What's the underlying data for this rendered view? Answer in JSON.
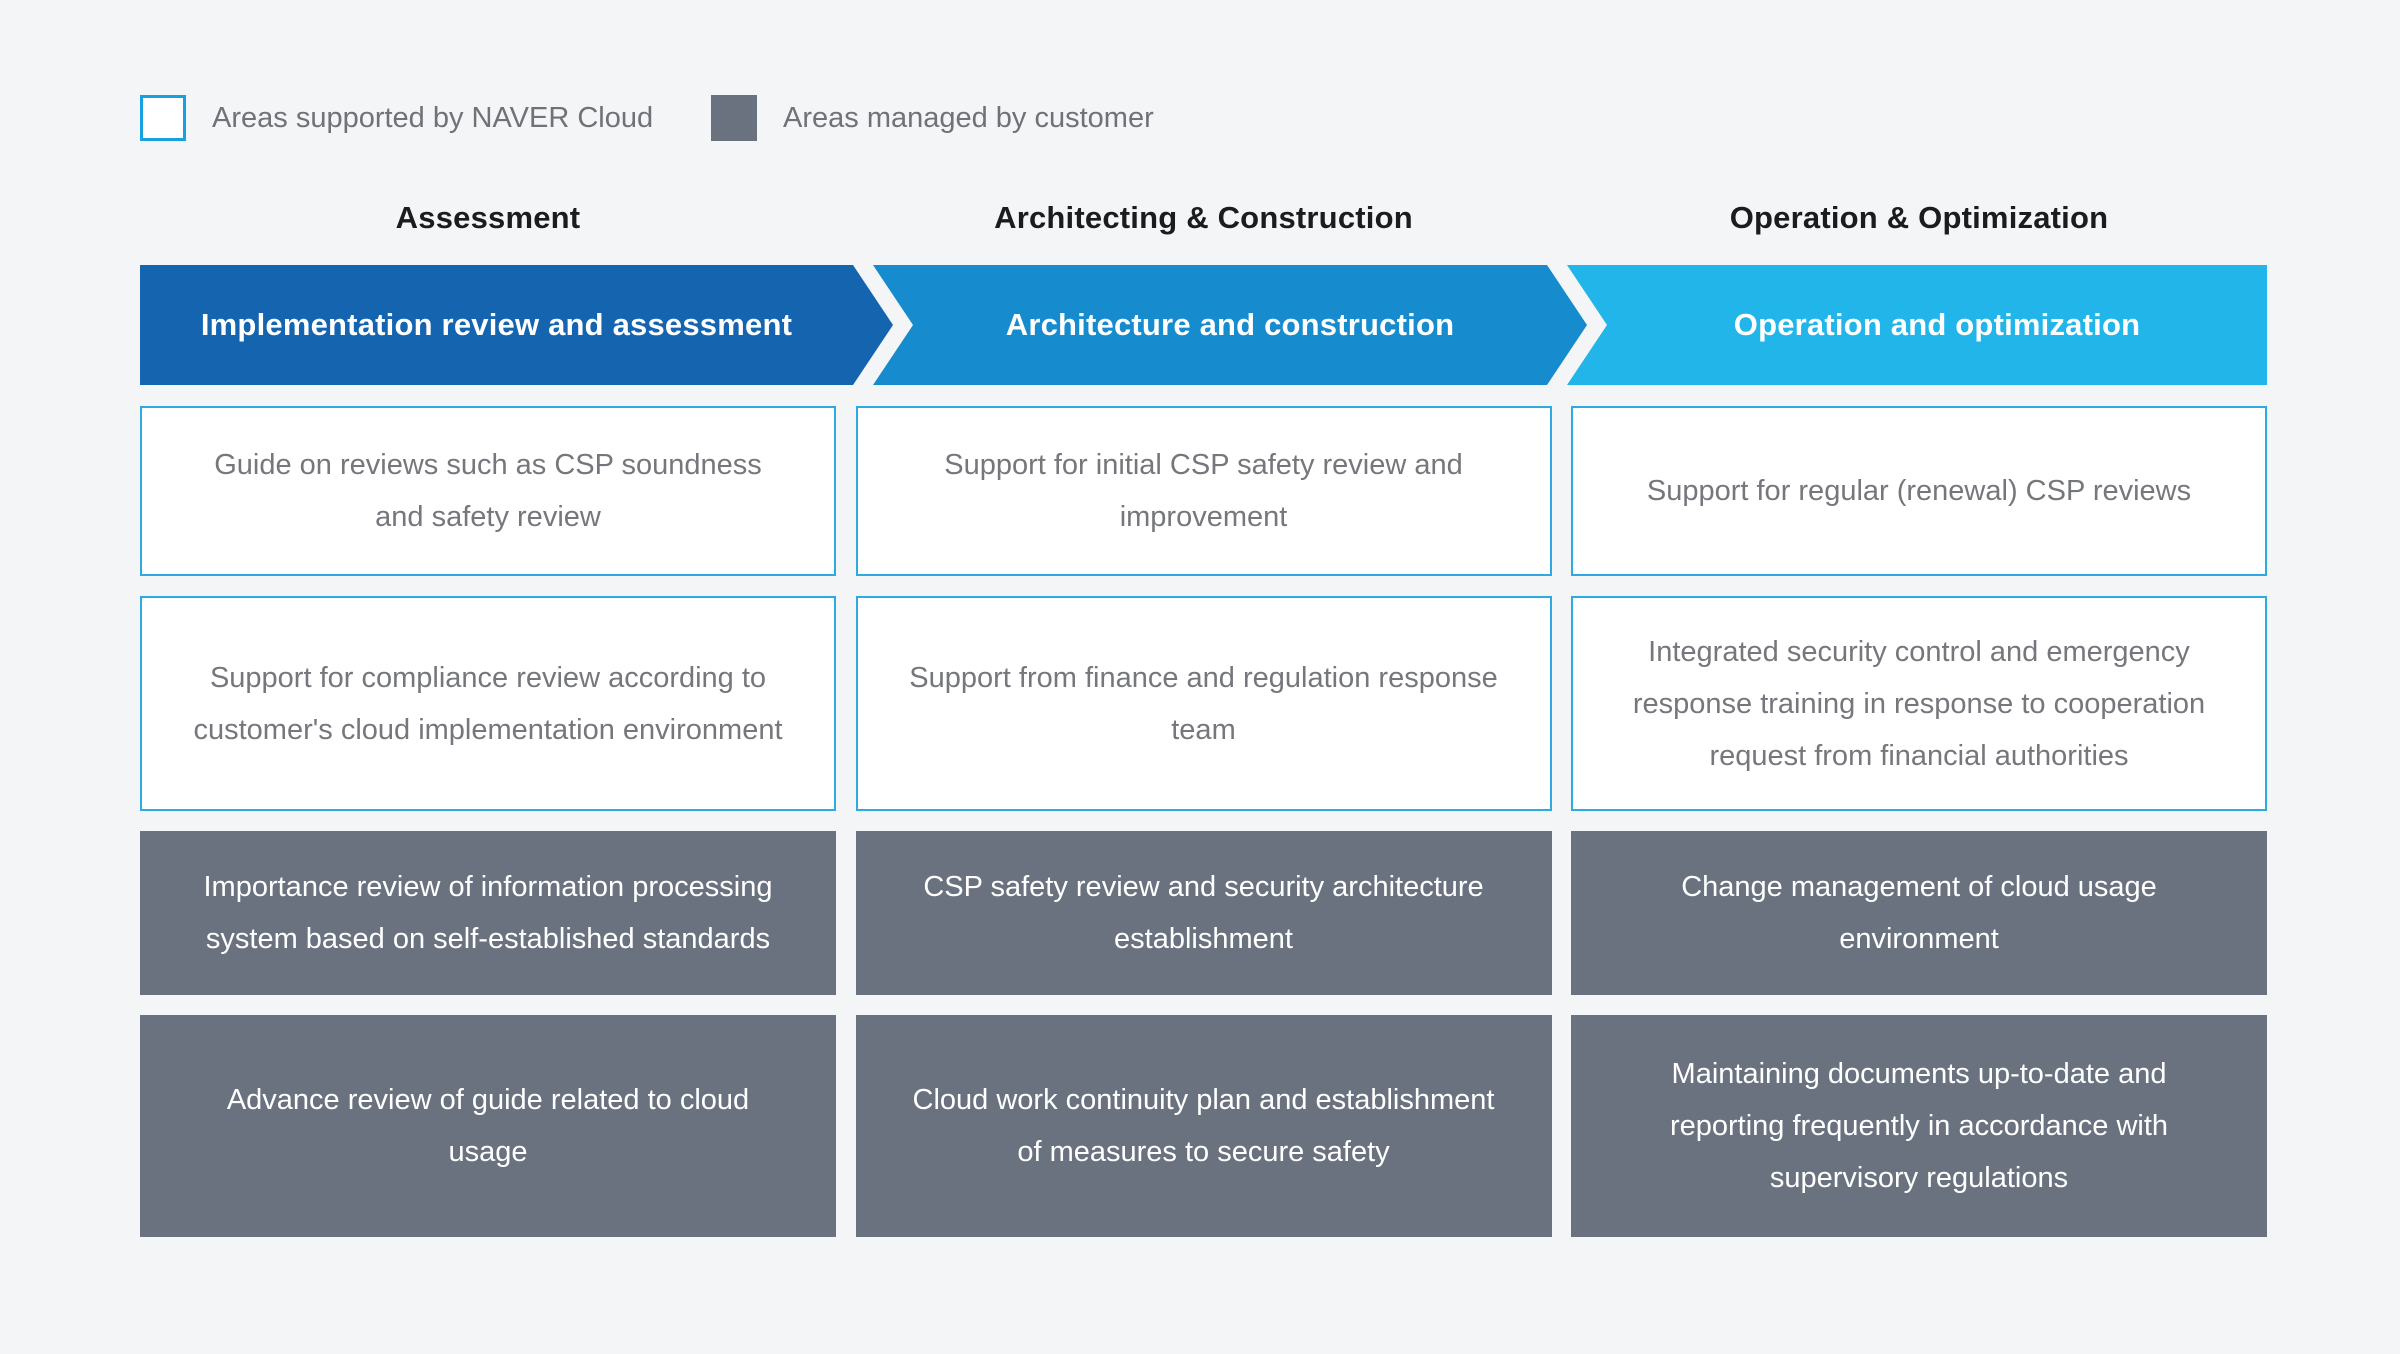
{
  "page": {
    "background_color": "#f3f5f7"
  },
  "legend": {
    "items": [
      {
        "label": "Areas supported by NAVER Cloud",
        "swatch": "white-with-blue-border",
        "swatch_fill": "#ffffff",
        "swatch_border_color": "#19a0e0"
      },
      {
        "label": "Areas managed by customer",
        "swatch": "gray-filled",
        "swatch_fill": "#6a7280"
      }
    ]
  },
  "phases": [
    {
      "header": "Assessment",
      "banner": "Implementation review and assessment",
      "banner_color": "#1464af"
    },
    {
      "header": "Architecting & Construction",
      "banner": "Architecture and construction",
      "banner_color": "#168bce"
    },
    {
      "header": "Operation & Optimization",
      "banner": "Operation and optimization",
      "banner_color": "#22b5e9"
    }
  ],
  "rows": [
    {
      "type": "supported",
      "cells": [
        "Guide on reviews such as CSP soundness and safety review",
        "Support for initial CSP safety review and improvement",
        "Support for regular (renewal) CSP reviews"
      ]
    },
    {
      "type": "supported",
      "cells": [
        "Support for compliance review according to customer's cloud implementation environment",
        "Support from finance and regulation response team",
        "Integrated security control and emergency response training in response to cooperation request from financial authorities"
      ]
    },
    {
      "type": "managed",
      "cells": [
        "Importance review of information processing system based on self-established standards",
        "CSP safety review and security architecture establishment",
        "Change management of cloud usage environment"
      ]
    },
    {
      "type": "managed",
      "cells": [
        "Advance review of guide related to cloud usage",
        "Cloud work continuity plan and establishment of measures to secure safety",
        "Maintaining documents up-to-date and reporting frequently in accordance with supervisory regulations"
      ]
    }
  ],
  "colors": {
    "background": "#f3f5f7",
    "supported_cell_border": "#2fa9e1",
    "supported_cell_text": "#75777c",
    "managed_cell_fill": "#6a7280",
    "managed_cell_text": "#ffffff",
    "phase_header_text": "#1b1c1e"
  }
}
